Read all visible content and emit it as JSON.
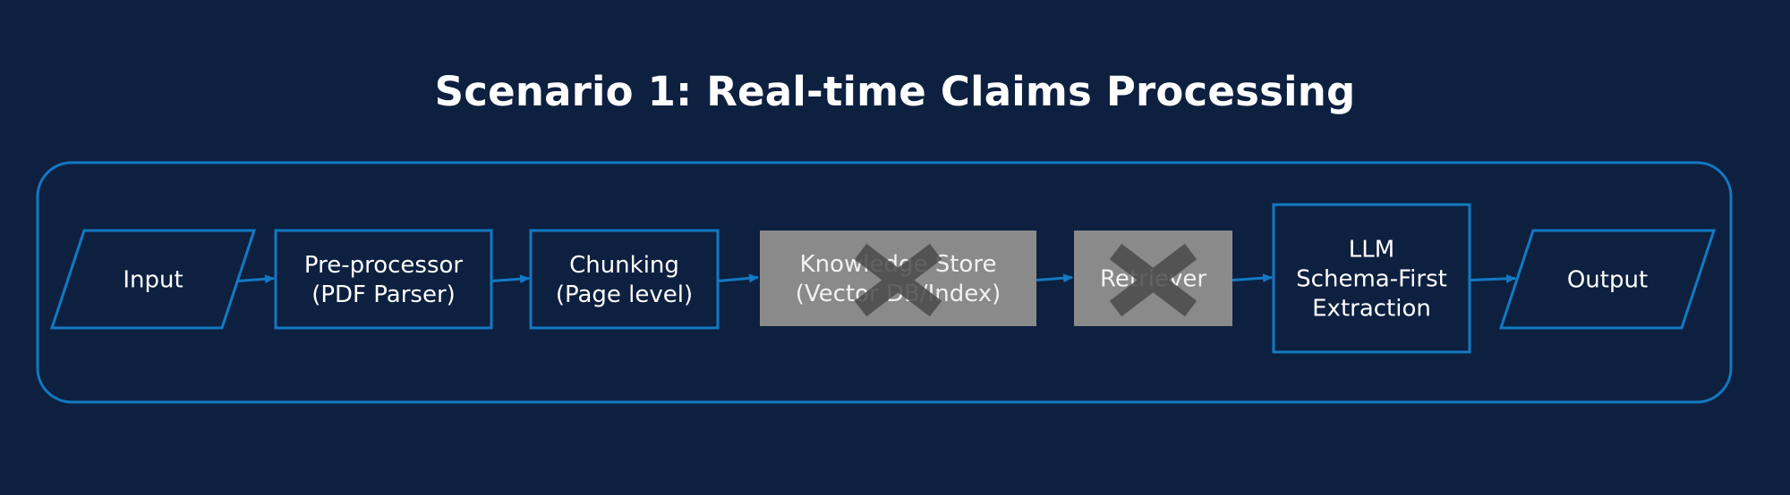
{
  "title": "Scenario 1: Real-time Claims Processing",
  "colors": {
    "background": "#0d2040",
    "accent": "#1379c2",
    "disabled_fill": "#8a8a8a",
    "cross": "#4a4a4a"
  },
  "nodes": [
    {
      "id": "input",
      "shape": "parallelogram",
      "lines": [
        "Input"
      ],
      "disabled": false
    },
    {
      "id": "preprocessor",
      "shape": "box",
      "lines": [
        "Pre-processor",
        "(PDF Parser)"
      ],
      "disabled": false
    },
    {
      "id": "chunking",
      "shape": "box",
      "lines": [
        "Chunking",
        "(Page level)"
      ],
      "disabled": false
    },
    {
      "id": "knowledge-store",
      "shape": "box",
      "lines": [
        "Knowledge Store",
        "(Vector DB/Index)"
      ],
      "disabled": true
    },
    {
      "id": "retriever",
      "shape": "box",
      "lines": [
        "Retriever"
      ],
      "disabled": true
    },
    {
      "id": "llm",
      "shape": "box",
      "lines": [
        "LLM",
        "Schema-First",
        "Extraction"
      ],
      "disabled": false
    },
    {
      "id": "output",
      "shape": "parallelogram",
      "lines": [
        "Output"
      ],
      "disabled": false
    }
  ],
  "edges": [
    {
      "from": "input",
      "to": "preprocessor"
    },
    {
      "from": "preprocessor",
      "to": "chunking"
    },
    {
      "from": "chunking",
      "to": "knowledge-store"
    },
    {
      "from": "knowledge-store",
      "to": "retriever"
    },
    {
      "from": "retriever",
      "to": "llm"
    },
    {
      "from": "llm",
      "to": "output"
    }
  ]
}
